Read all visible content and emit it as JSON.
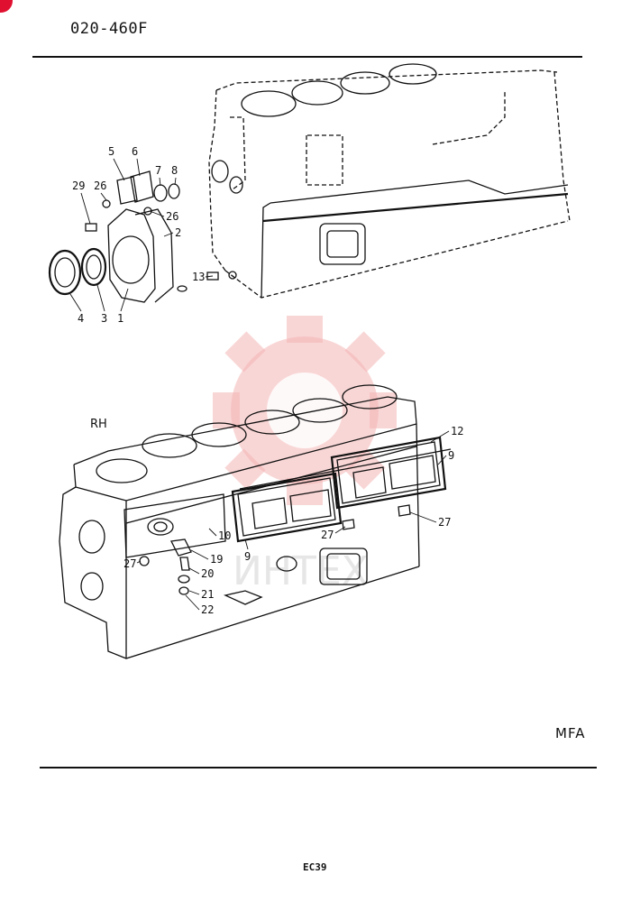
{
  "header": {
    "code": "020-460F"
  },
  "footer": {
    "model": "MFA",
    "page": "EC39"
  },
  "views": {
    "rh": "RH"
  },
  "watermark": {
    "text": "ИНТЕХ"
  },
  "callouts_top": [
    {
      "id": "c5",
      "text": "5"
    },
    {
      "id": "c6",
      "text": "6"
    },
    {
      "id": "c7",
      "text": "7"
    },
    {
      "id": "c8",
      "text": "8"
    },
    {
      "id": "c29",
      "text": "29"
    },
    {
      "id": "c26a",
      "text": "26"
    },
    {
      "id": "c26b",
      "text": "26"
    },
    {
      "id": "c2",
      "text": "2"
    },
    {
      "id": "c13",
      "text": "13"
    },
    {
      "id": "c4",
      "text": "4"
    },
    {
      "id": "c3",
      "text": "3"
    },
    {
      "id": "c1",
      "text": "1"
    }
  ],
  "callouts_bottom": [
    {
      "id": "c12",
      "text": "12"
    },
    {
      "id": "c9a",
      "text": "9"
    },
    {
      "id": "c27a",
      "text": "27"
    },
    {
      "id": "c27b",
      "text": "27"
    },
    {
      "id": "c10",
      "text": "10"
    },
    {
      "id": "c9b",
      "text": "9"
    },
    {
      "id": "c27c",
      "text": "27"
    },
    {
      "id": "c19",
      "text": "19"
    },
    {
      "id": "c20",
      "text": "20"
    },
    {
      "id": "c21",
      "text": "21"
    },
    {
      "id": "c22",
      "text": "22"
    }
  ]
}
